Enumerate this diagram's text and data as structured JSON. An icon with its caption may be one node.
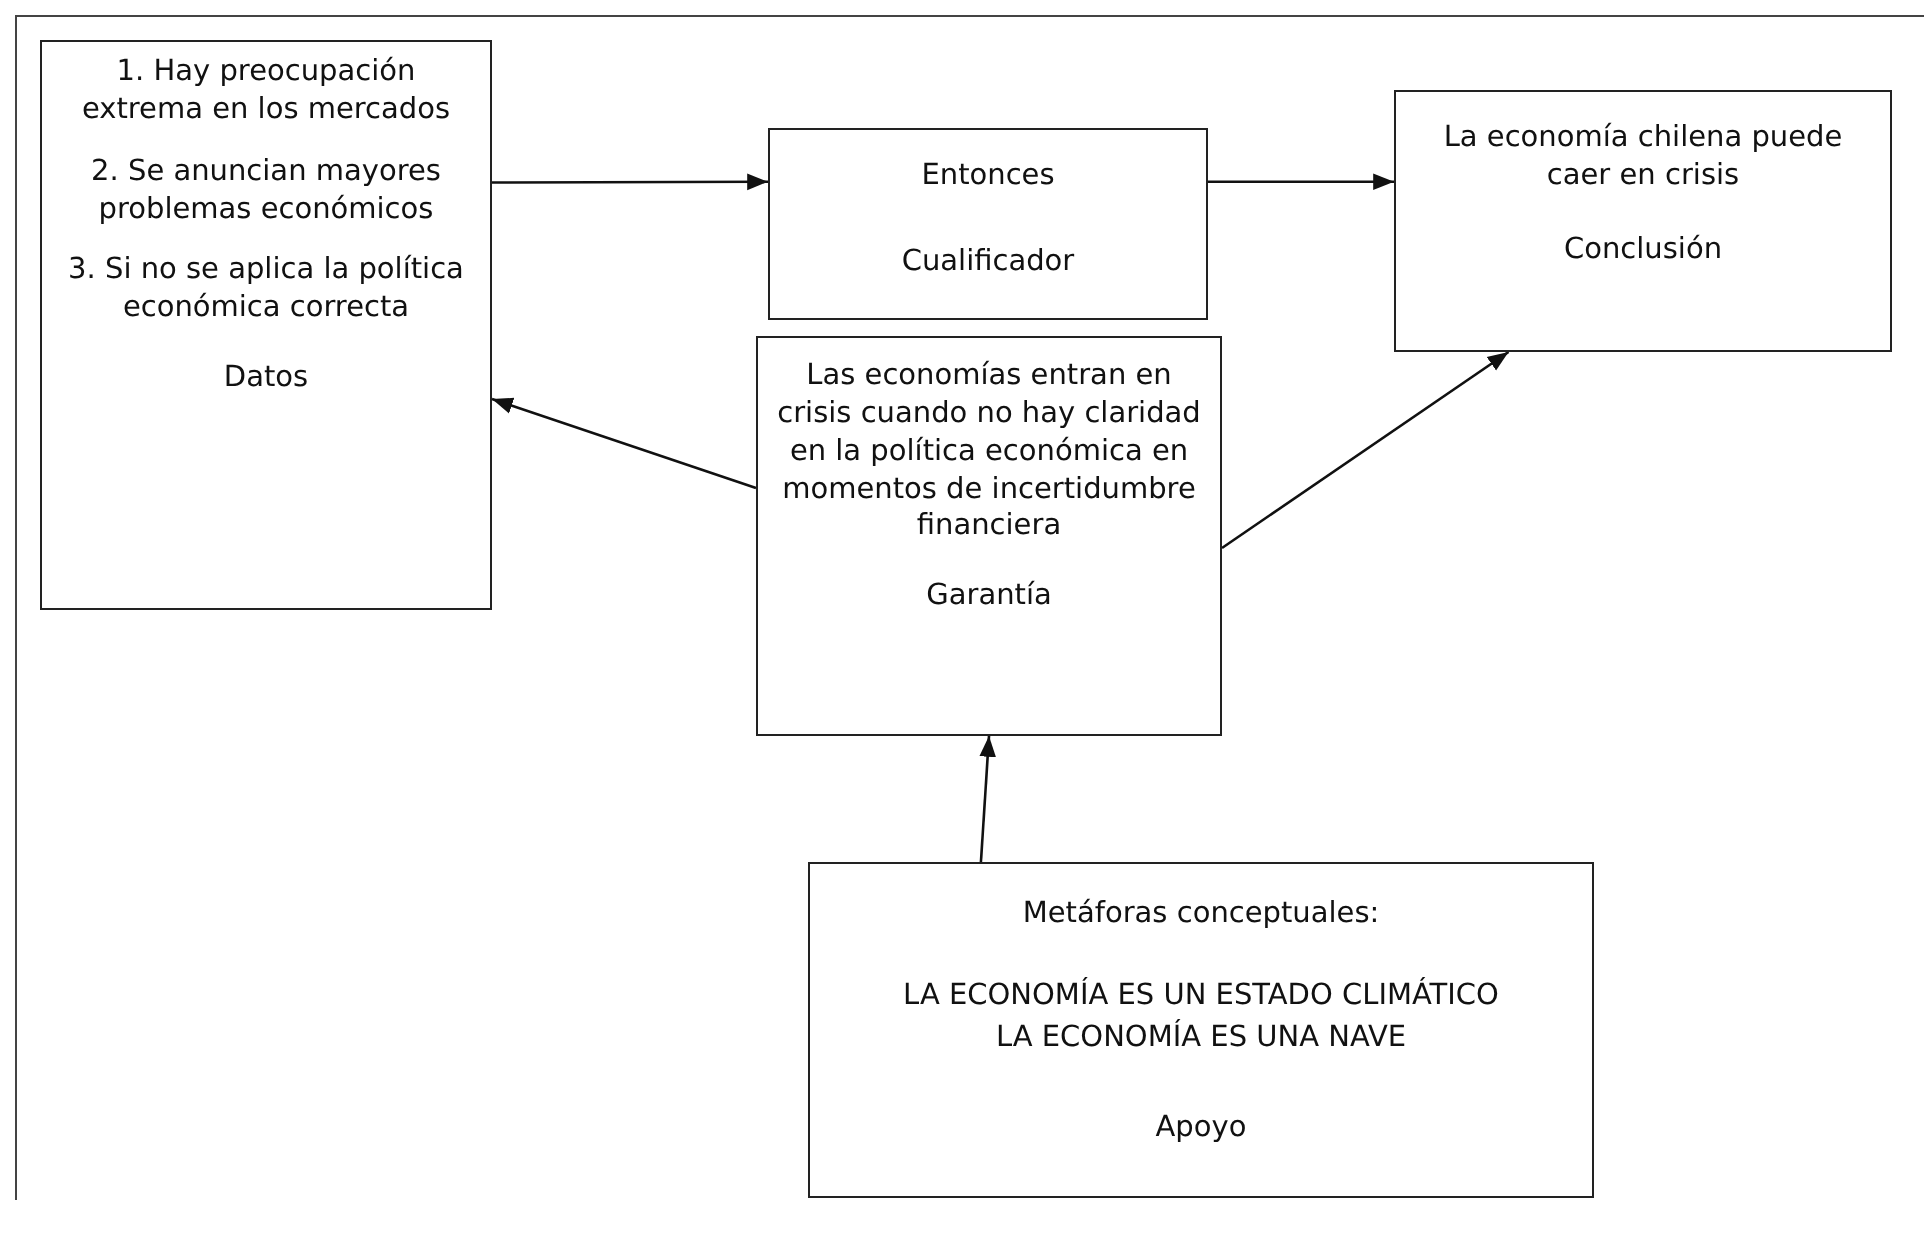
{
  "diagram": {
    "nodes": [
      {
        "text": [
          "1. Hay preocupación extrema en los mercados",
          "2. Se anuncian mayores problemas económicos",
          "3. Si no se aplica la política económica correcta",
          "Datos"
        ]
      },
      {
        "text": [
          "Entonces",
          "Cualificador"
        ]
      },
      {
        "text": [
          "La economía chilena puede caer en crisis",
          "Conclusión"
        ]
      },
      {
        "text": [
          "Las economías entran en crisis cuando no hay claridad en la política económica en momentos de incertidumbre financiera",
          "Garantía"
        ]
      },
      {
        "text": [
          "Metáforas conceptuales:",
          "LA ECONOMÍA ES UN ESTADO CLIMÁTICO",
          "LA ECONOMÍA ES UNA NAVE",
          "Apoyo"
        ]
      }
    ],
    "edges": [
      {
        "from": 0,
        "to": 1,
        "arrow": "to"
      },
      {
        "from": 1,
        "to": 2,
        "arrow": "to"
      },
      {
        "from": 3,
        "to": 0,
        "arrow": "to"
      },
      {
        "from": 3,
        "to": 2,
        "arrow": "to"
      },
      {
        "from": 4,
        "to": 3,
        "arrow": "to"
      }
    ]
  }
}
